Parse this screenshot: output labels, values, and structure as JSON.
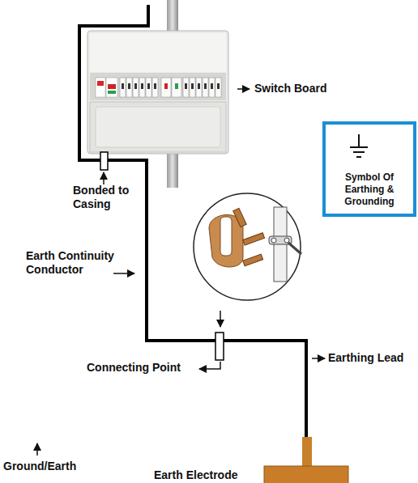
{
  "diagram": {
    "nodes": [
      {
        "text": [
          "Symbol Of Earthing & Grounding"
        ]
      }
    ],
    "labels": [
      "Switch Board",
      "Bonded to Casing",
      "Earth Continuity Conductor",
      "Connecting Point",
      "Earthing Lead",
      "Ground/Earth",
      "Earth Electrode"
    ]
  }
}
